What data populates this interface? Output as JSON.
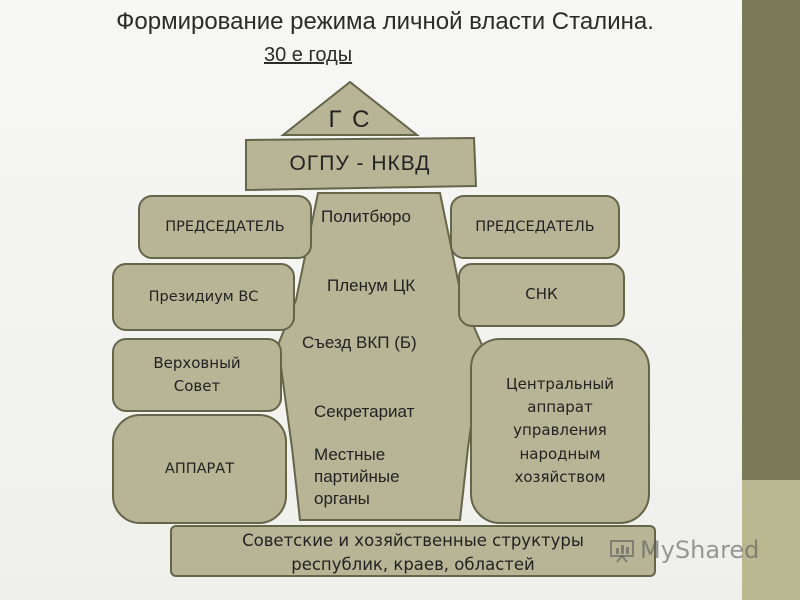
{
  "title": "Формирование режима личной власти Сталина.",
  "subtitle": "30 е годы",
  "roof_label": "Г С",
  "nkvd_label": "ОГПУ - НКВД",
  "left": {
    "chairman": "ПРЕДСЕДАТЕЛЬ",
    "presidium": "Президиум ВС",
    "supreme_soviet": "Верховный Совет",
    "apparatus": "АППАРАТ"
  },
  "right": {
    "chairman": "ПРЕДСЕДАТЕЛЬ",
    "snk": "СНК",
    "central_apparatus": "Центральный аппарат управления народным хозяйством"
  },
  "center": {
    "politburo": "Политбюро",
    "plenum": "Пленум ЦК",
    "congress": "Съезд ВКП (Б)",
    "secretariat": "Секретариат",
    "local_organs": "Местные партийные органы"
  },
  "bottom": {
    "line1": "Советские и хозяйственные структуры",
    "line2": "республик, краев, областей"
  },
  "watermark": "MyShared",
  "colors": {
    "box_fill": "#b7b596",
    "box_border": "#65654a",
    "side_strip": "#7a7a58"
  }
}
